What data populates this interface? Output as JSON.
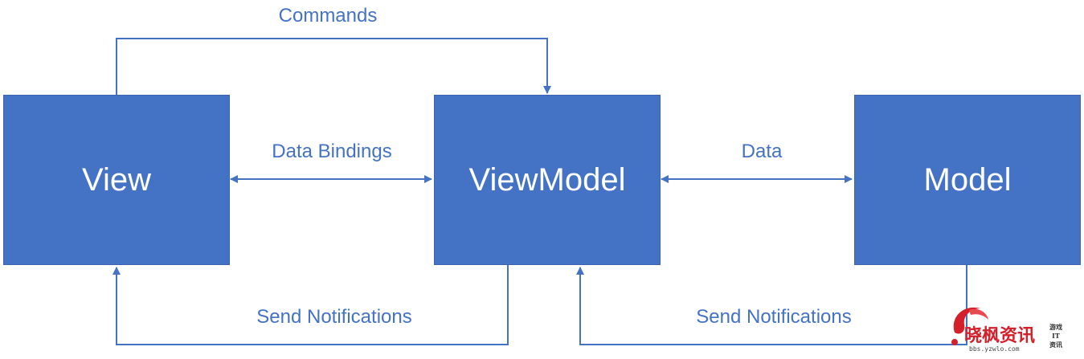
{
  "boxes": {
    "view": "View",
    "viewmodel": "ViewModel",
    "model": "Model"
  },
  "connectors": {
    "commands": "Commands",
    "data_bindings": "Data Bindings",
    "data": "Data",
    "send_notifications_view": "Send Notifications",
    "send_notifications_model": "Send Notifications"
  },
  "watermark": {
    "brand": "晓枫资讯",
    "url": "bbs.yzwlo.com",
    "side_line1": "游戏",
    "side_line2": "IT",
    "side_line3": "资讯"
  },
  "colors": {
    "box_fill": "#4472c4",
    "line_and_text": "#4472c4",
    "watermark": "#d4202a"
  }
}
